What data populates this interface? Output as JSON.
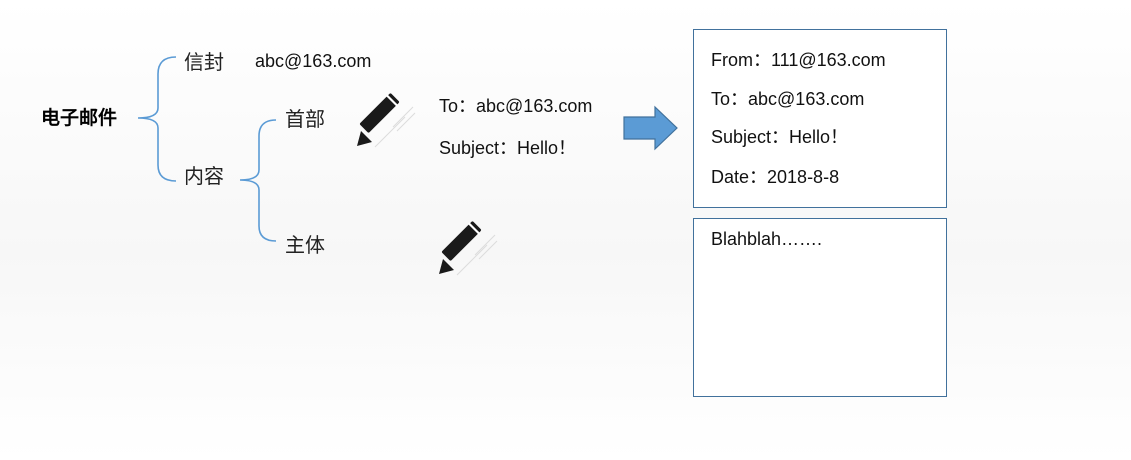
{
  "tree": {
    "root": "电子邮件",
    "envelope": {
      "label": "信封",
      "value": "abc@163.com"
    },
    "content": {
      "label": "内容",
      "header": {
        "label": "首部"
      },
      "body": {
        "label": "主体"
      }
    }
  },
  "draft": {
    "to": "To：abc@163.com",
    "subject": "Subject：Hello！"
  },
  "result": {
    "header_lines": [
      "From：111@163.com",
      "To：abc@163.com",
      "Subject：Hello！",
      "Date：2018-8-8"
    ],
    "body_text": "Blahblah……."
  },
  "colors": {
    "bracket": "#5b9bd5",
    "arrow_fill": "#5b9bd5",
    "arrow_stroke": "#41719c",
    "box_border": "#41719c",
    "pencil": "#1a1a1a"
  },
  "icons": [
    "pencil-icon",
    "pencil-icon",
    "right-arrow-icon"
  ]
}
